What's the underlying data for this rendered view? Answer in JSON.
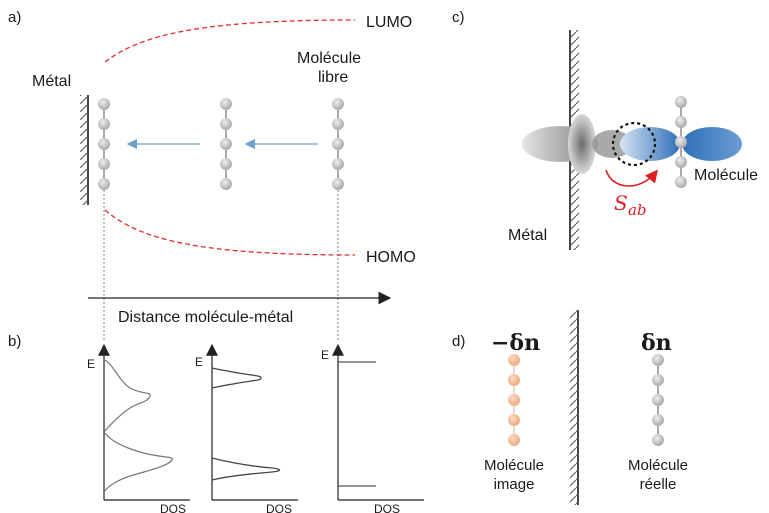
{
  "panel_a": {
    "tag": "a)",
    "metal": "Métal",
    "free_molecule_line1": "Molécule",
    "free_molecule_line2": "libre",
    "lumo": "LUMO",
    "homo": "HOMO",
    "axis_label": "Distance molécule-métal"
  },
  "panel_b": {
    "tag": "b)",
    "e_label": "E",
    "dos_label": "DOS"
  },
  "panel_c": {
    "tag": "c)",
    "molecule": "Molécule",
    "metal": "Métal",
    "overlap_symbol": "S",
    "overlap_subscript": "ab"
  },
  "panel_d": {
    "tag": "d)",
    "neg_charge": "−δn",
    "pos_charge": "δn",
    "image_line1": "Molécule",
    "image_line2": "image",
    "real_line1": "Molécule",
    "real_line2": "réelle"
  },
  "colors": {
    "level_line": "#e03030",
    "arrow": "#6aa0d0",
    "atom": "#bdbdbd",
    "image_atom": "#f4b58e",
    "lobe_blue": "#2f6fb6",
    "sab": "#e02020"
  }
}
